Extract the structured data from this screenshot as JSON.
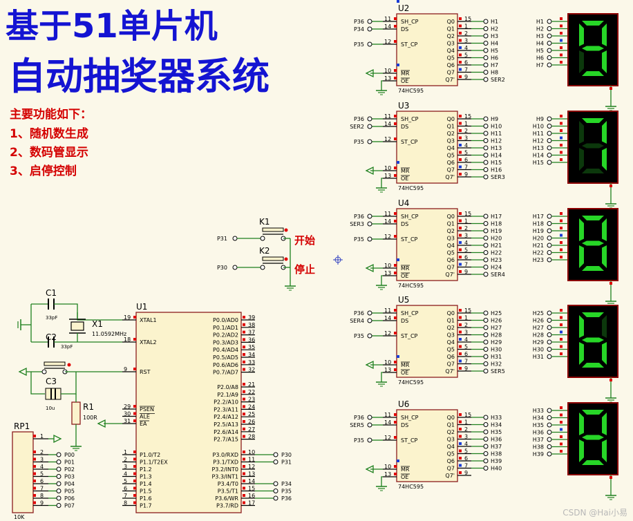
{
  "title": {
    "line1": "基于51单片机",
    "line2": "自动抽奖器系统"
  },
  "features": {
    "heading": "主要功能如下：",
    "items": [
      "1、随机数生成",
      "2、数码管显示",
      "3、启停控制"
    ]
  },
  "watermark": "CSDN @Hai小易",
  "colors": {
    "wire": "#1d7f1d",
    "chip_fill": "#fbf3cd",
    "chip_border": "#8b1c1c",
    "pin_red": "#e00000",
    "pin_blue": "#1a3cd6",
    "label_red": "#d40000",
    "title_blue": "#1414d2",
    "segment_on": "#27d627",
    "segment_off": "#0c380c",
    "display_body": "#8b0000"
  },
  "shift_registers": [
    {
      "ref": "U2",
      "part": "74HC595",
      "in_sh": "P36",
      "in_ds": "P34",
      "in_st": "P35",
      "outputs": [
        "H1",
        "H2",
        "H3",
        "H4",
        "H5",
        "H6",
        "H7",
        "H8"
      ],
      "serial_out": "SER2",
      "digit": 9
    },
    {
      "ref": "U3",
      "part": "74HC595",
      "in_sh": "P36",
      "in_ds": "SER2",
      "in_st": "P35",
      "outputs": [
        "H9",
        "H10",
        "H11",
        "H12",
        "H13",
        "H14",
        "H15",
        "H16"
      ],
      "serial_out": "SER3",
      "digit": 7
    },
    {
      "ref": "U4",
      "part": "74HC595",
      "in_sh": "P36",
      "in_ds": "SER3",
      "in_st": "P35",
      "outputs": [
        "H17",
        "H18",
        "H19",
        "H20",
        "H21",
        "H22",
        "H23",
        "H24"
      ],
      "serial_out": "SER4",
      "digit": 8
    },
    {
      "ref": "U5",
      "part": "74HC595",
      "in_sh": "P36",
      "in_ds": "SER4",
      "in_st": "P35",
      "outputs": [
        "H25",
        "H26",
        "H27",
        "H28",
        "H29",
        "H30",
        "H31",
        "H32"
      ],
      "serial_out": "SER5",
      "digit": 6
    },
    {
      "ref": "U6",
      "part": "74HC595",
      "in_sh": "P36",
      "in_ds": "SER5",
      "in_st": "P35",
      "outputs": [
        "H33",
        "H34",
        "H35",
        "H36",
        "H37",
        "H38",
        "H39",
        "H40"
      ],
      "serial_out": "",
      "digit": 8
    }
  ],
  "chip_pins": {
    "left_names": [
      "SH_CP",
      "DS",
      "ST_CP",
      "MR",
      "OE"
    ],
    "left_nums": [
      "11",
      "14",
      "12",
      "10",
      "13"
    ],
    "right_names": [
      "Q0",
      "Q1",
      "Q2",
      "Q3",
      "Q4",
      "Q5",
      "Q6",
      "Q7",
      "Q7'"
    ],
    "right_nums": [
      "15",
      "1",
      "2",
      "3",
      "4",
      "5",
      "6",
      "7",
      "9"
    ]
  },
  "displays": [
    {
      "inputs": [
        "H1",
        "H2",
        "H3",
        "H4",
        "H5",
        "H6",
        "H7"
      ],
      "digit": 9
    },
    {
      "inputs": [
        "H9",
        "H10",
        "H11",
        "H12",
        "H13",
        "H14",
        "H15"
      ],
      "digit": 7
    },
    {
      "inputs": [
        "H17",
        "H18",
        "H19",
        "H20",
        "H21",
        "H22",
        "H23"
      ],
      "digit": 8
    },
    {
      "inputs": [
        "H25",
        "H26",
        "H27",
        "H28",
        "H29",
        "H30",
        "H31"
      ],
      "digit": 6
    },
    {
      "inputs": [
        "H33",
        "H34",
        "H35",
        "H36",
        "H37",
        "H38",
        "H39"
      ],
      "digit": 8
    }
  ],
  "mcu": {
    "ref": "U1",
    "xtal1": {
      "name": "XTAL1",
      "num": "19"
    },
    "xtal2": {
      "name": "XTAL2",
      "num": "18"
    },
    "rst": {
      "name": "RST",
      "num": "9"
    },
    "ctrl": [
      {
        "name": "PSEN",
        "num": "29"
      },
      {
        "name": "ALE",
        "num": "30"
      },
      {
        "name": "EA",
        "num": "31"
      }
    ],
    "p1": [
      {
        "name": "P1.0/T2",
        "num": "1"
      },
      {
        "name": "P1.1/T2EX",
        "num": "2"
      },
      {
        "name": "P1.2",
        "num": "3"
      },
      {
        "name": "P1.3",
        "num": "4"
      },
      {
        "name": "P1.4",
        "num": "5"
      },
      {
        "name": "P1.5",
        "num": "6"
      },
      {
        "name": "P1.6",
        "num": "7"
      },
      {
        "name": "P1.7",
        "num": "8"
      }
    ],
    "p0": [
      {
        "name": "P0.0/AD0",
        "num": "39"
      },
      {
        "name": "P0.1/AD1",
        "num": "38"
      },
      {
        "name": "P0.2/AD2",
        "num": "37"
      },
      {
        "name": "P0.3/AD3",
        "num": "36"
      },
      {
        "name": "P0.4/AD4",
        "num": "35"
      },
      {
        "name": "P0.5/AD5",
        "num": "34"
      },
      {
        "name": "P0.6/AD6",
        "num": "33"
      },
      {
        "name": "P0.7/AD7",
        "num": "32"
      }
    ],
    "p2": [
      {
        "name": "P2.0/A8",
        "num": "21"
      },
      {
        "name": "P2.1/A9",
        "num": "22"
      },
      {
        "name": "P2.2/A10",
        "num": "23"
      },
      {
        "name": "P2.3/A11",
        "num": "24"
      },
      {
        "name": "P2.4/A12",
        "num": "25"
      },
      {
        "name": "P2.5/A13",
        "num": "26"
      },
      {
        "name": "P2.6/A14",
        "num": "27"
      },
      {
        "name": "P2.7/A15",
        "num": "28"
      }
    ],
    "p3": [
      {
        "name": "P3.0/RXD",
        "num": "10",
        "net": "P30"
      },
      {
        "name": "P3.1/TXD",
        "num": "11",
        "net": "P31"
      },
      {
        "name": "P3.2/INT0",
        "num": "12",
        "net": ""
      },
      {
        "name": "P3.3/INT1",
        "num": "13",
        "net": ""
      },
      {
        "name": "P3.4/T0",
        "num": "14",
        "net": "P34"
      },
      {
        "name": "P3.5/T1",
        "num": "15",
        "net": "P35"
      },
      {
        "name": "P3.6/WR",
        "num": "16",
        "net": "P36"
      },
      {
        "name": "P3.7/RD",
        "num": "17",
        "net": ""
      }
    ]
  },
  "crystal": {
    "ref": "X1",
    "value": "11.0592MHz"
  },
  "capacitors": [
    {
      "ref": "C1",
      "value": "33pF"
    },
    {
      "ref": "C2",
      "value": "33pF"
    },
    {
      "ref": "C3",
      "value": "10u"
    }
  ],
  "resistor": {
    "ref": "R1",
    "value": "100R"
  },
  "rpack": {
    "ref": "RP1",
    "value": "10K",
    "pins": [
      "1",
      "2",
      "3",
      "4",
      "5",
      "6",
      "7",
      "8",
      "9"
    ],
    "nets": [
      "",
      "P00",
      "P01",
      "P02",
      "P03",
      "P04",
      "P05",
      "P06",
      "P07"
    ]
  },
  "switches": [
    {
      "ref": "K1",
      "net": "P31",
      "label": "开始"
    },
    {
      "ref": "K2",
      "net": "P30",
      "label": "停止"
    }
  ]
}
